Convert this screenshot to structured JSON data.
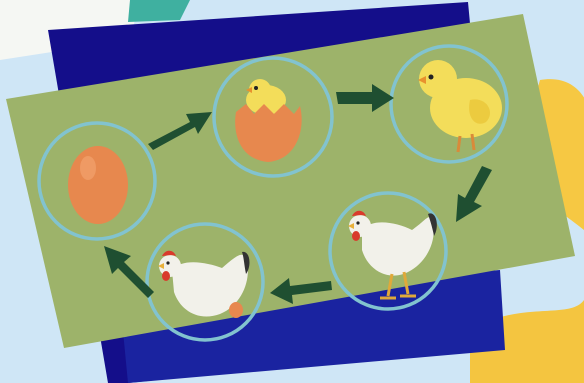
{
  "image": {
    "subject": "chicken-life-cycle-poster",
    "stages": [
      {
        "name": "egg"
      },
      {
        "name": "hatching-chick"
      },
      {
        "name": "chick"
      },
      {
        "name": "adult-hen"
      },
      {
        "name": "laying-hen"
      }
    ],
    "colors": {
      "poster_green": "#9db36a",
      "board_blue": "#140e8a",
      "ring": "#82c3cf",
      "arrow": "#1f4f31",
      "egg": "#e7884e",
      "chick": "#f3dd5a",
      "hen": "#f2f1ea",
      "comb": "#d93b2c",
      "sky": "#cfe6f6",
      "sun": "#f6c843"
    }
  }
}
